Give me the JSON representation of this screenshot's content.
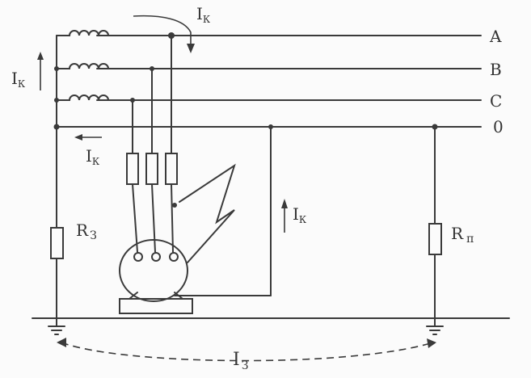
{
  "diagram": {
    "phase_labels": [
      "A",
      "B",
      "C",
      "0"
    ],
    "current_k": "I",
    "current_k_sub": "К",
    "ground_current": "I",
    "ground_current_sub": "З",
    "resistor_left": "R",
    "resistor_left_sub": "З",
    "resistor_right": "R",
    "resistor_right_sub": "п"
  }
}
